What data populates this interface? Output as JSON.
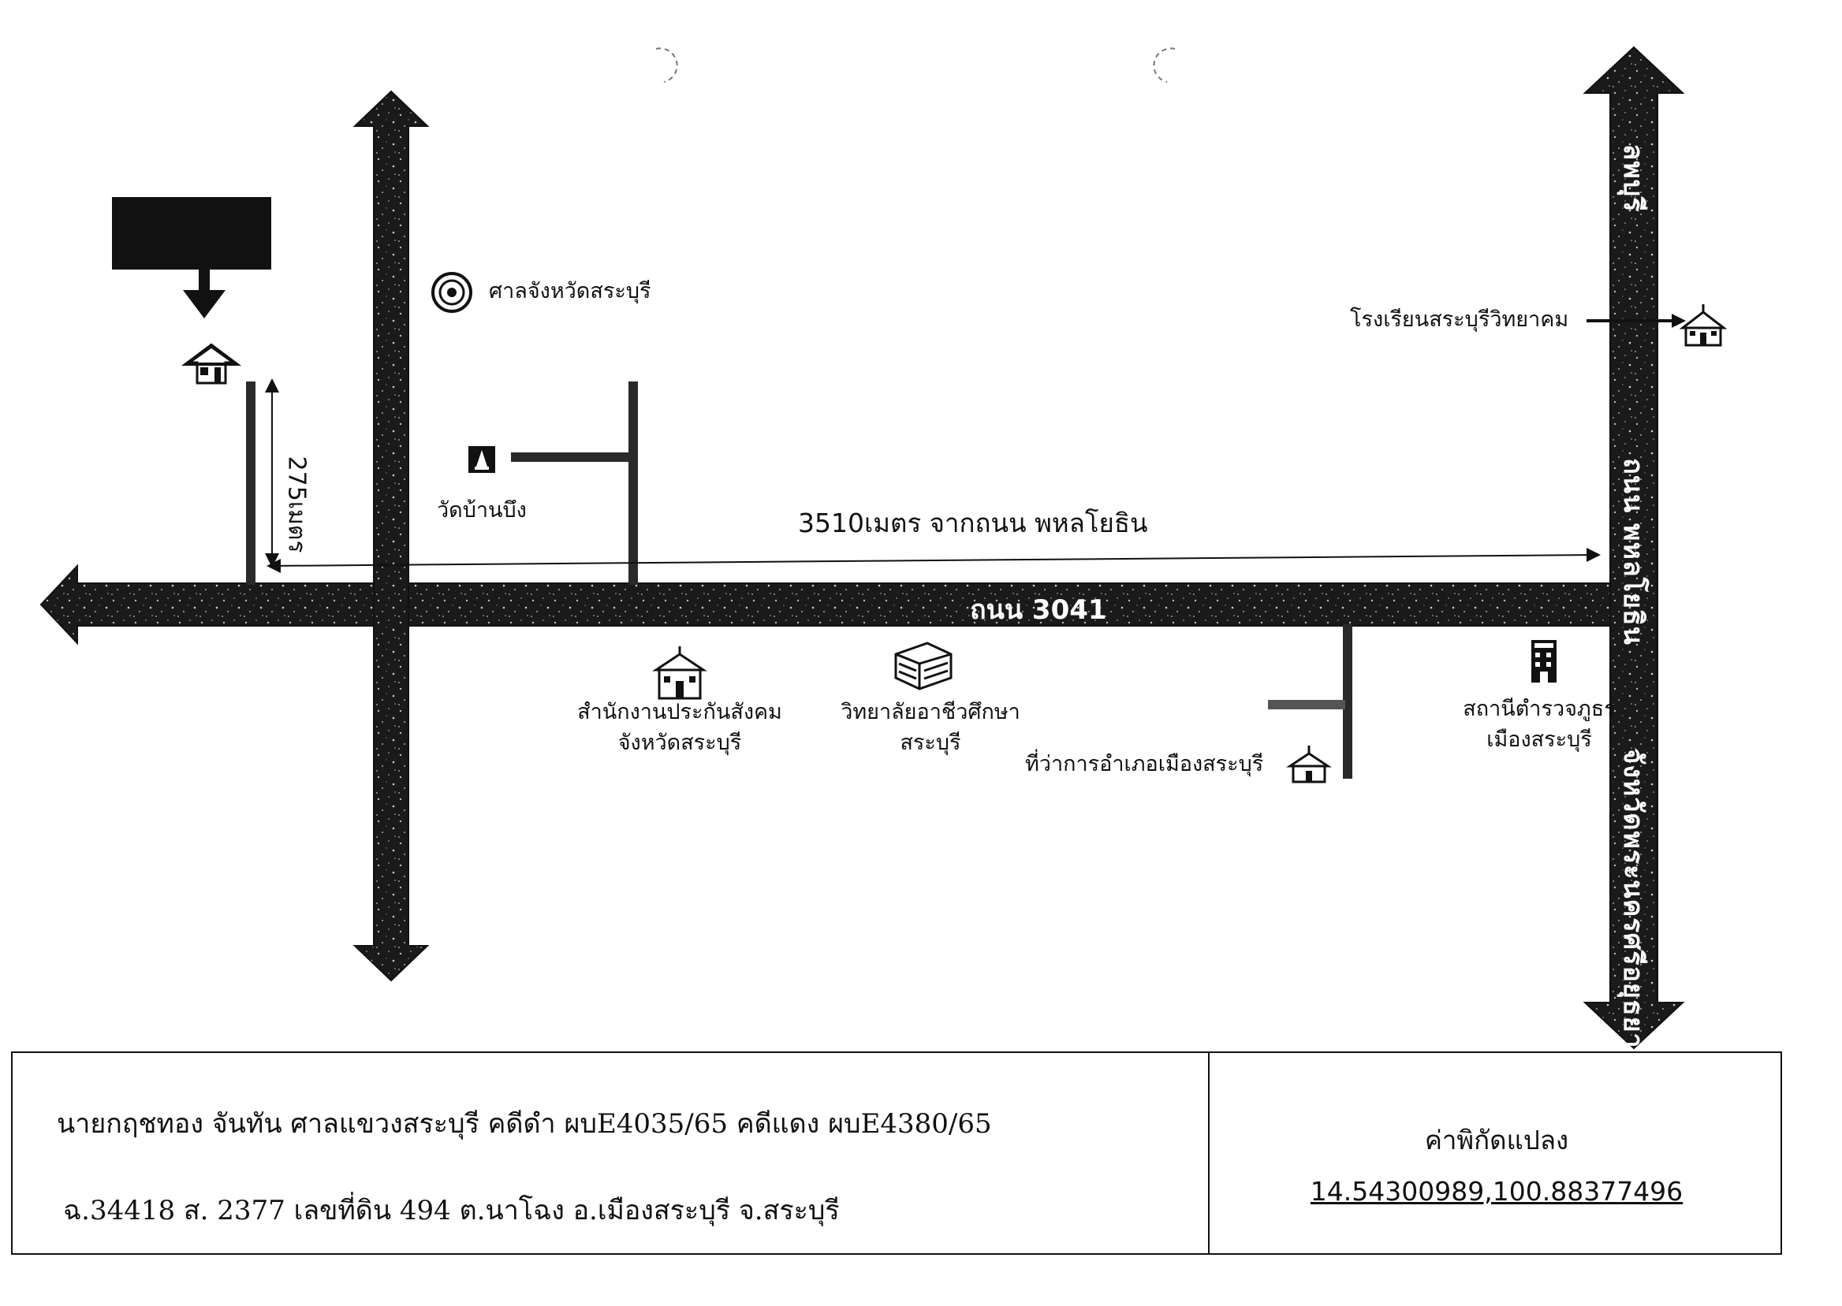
{
  "map": {
    "labels": {
      "court": "ศาลจังหวัดสระบุรี",
      "school": "โรงเรียนสระบุรีวิทยาคม",
      "temple": "วัดบ้านบึง",
      "distance_main": "3510เมตร จากถนน พหลโยธิน",
      "distance_side": "275เมตร",
      "road_3041": "ถนน 3041",
      "road_phahon": "ถนน พหลโยธิน",
      "to_province": "จังหวัดพระนครศรีอยุธยา",
      "to_lopburi": "ลพบุรี",
      "social_security_1": "สำนักงานประกันสังคม",
      "social_security_2": "จังหวัดสระบุรี",
      "college_1": "วิทยาลัยอาชีวศึกษา",
      "college_2": "สระบุรี",
      "district_office": "ที่ว่าการอำเภอเมืองสระบุรี",
      "police_1": "สถานีตำรวจภูธร",
      "police_2": "เมืองสระบุรี"
    },
    "icons": [
      "target-marker-icon",
      "house-icon",
      "court-seal-icon",
      "temple-icon",
      "school-icon",
      "social-security-office-icon",
      "college-building-icon",
      "district-office-icon",
      "police-station-icon"
    ],
    "colors": {
      "road": "#1a1a1a",
      "background": "#ffffff"
    }
  },
  "info": {
    "owner_line_1": "นายกฤชทอง จันทัน ศาลแขวงสระบุรี คดีดำ  ผบE4035/65   คดีแดง ผบE4380/65",
    "owner_line_2": "ฉ.34418 ส. 2377  เลขที่ดิน 494 ต.นาโฉง อ.เมืองสระบุรี  จ.สระบุรี",
    "coord_title": "ค่าพิกัดแปลง",
    "coord_value": "14.54300989,100.88377496"
  }
}
